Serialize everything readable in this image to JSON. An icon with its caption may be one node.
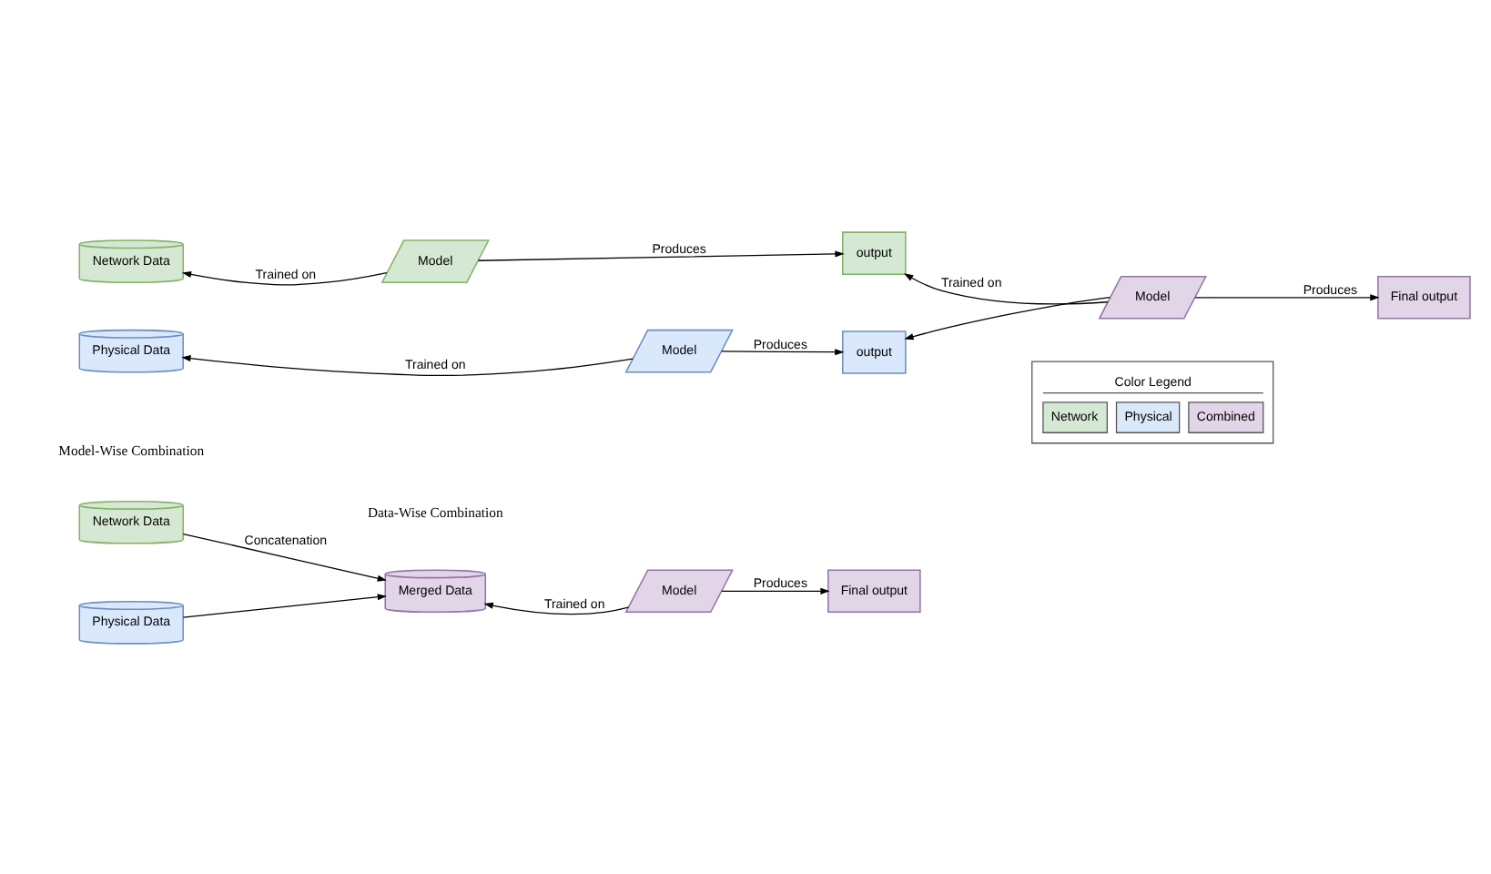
{
  "diagram": {
    "nodes": [
      {
        "text": [
          "Network Data"
        ]
      },
      {
        "text": [
          "Model"
        ]
      },
      {
        "text": [
          "output"
        ]
      },
      {
        "text": [
          "Physical Data"
        ]
      },
      {
        "text": [
          "Model"
        ]
      },
      {
        "text": [
          "output"
        ]
      },
      {
        "text": [
          "Model"
        ]
      },
      {
        "text": [
          "Final output"
        ]
      },
      {
        "text": [
          "Network Data"
        ]
      },
      {
        "text": [
          "Physical Data"
        ]
      },
      {
        "text": [
          "Merged Data"
        ]
      },
      {
        "text": [
          "Model"
        ]
      },
      {
        "text": [
          "Final output"
        ]
      }
    ],
    "edges": [
      {
        "from": 1,
        "to": 0,
        "arrow": "to",
        "label": "Trained on"
      },
      {
        "from": 1,
        "to": 2,
        "arrow": "to",
        "label": "Produces"
      },
      {
        "from": 4,
        "to": 3,
        "arrow": "to",
        "label": "Trained on"
      },
      {
        "from": 4,
        "to": 5,
        "arrow": "to",
        "label": "Produces"
      },
      {
        "from": 6,
        "to": 2,
        "arrow": "to",
        "label": "Trained on"
      },
      {
        "from": 6,
        "to": 5,
        "arrow": "to"
      },
      {
        "from": 6,
        "to": 7,
        "arrow": "to",
        "label": "Produces"
      },
      {
        "from": 8,
        "to": 10,
        "arrow": "to",
        "label": "Concatenation"
      },
      {
        "from": 9,
        "to": 10,
        "arrow": "to"
      },
      {
        "from": 11,
        "to": 10,
        "arrow": "to",
        "label": "Trained on"
      },
      {
        "from": 11,
        "to": 12,
        "arrow": "to",
        "label": "Produces"
      }
    ],
    "labels": [
      "Model-Wise Combination",
      "Data-Wise Combination",
      "Color Legend"
    ],
    "legend": [
      {
        "text": "Network",
        "color": "#d5e8d4"
      },
      {
        "text": "Physical",
        "color": "#dae8fc"
      },
      {
        "text": "Combined",
        "color": "#e1d5e7"
      }
    ]
  }
}
